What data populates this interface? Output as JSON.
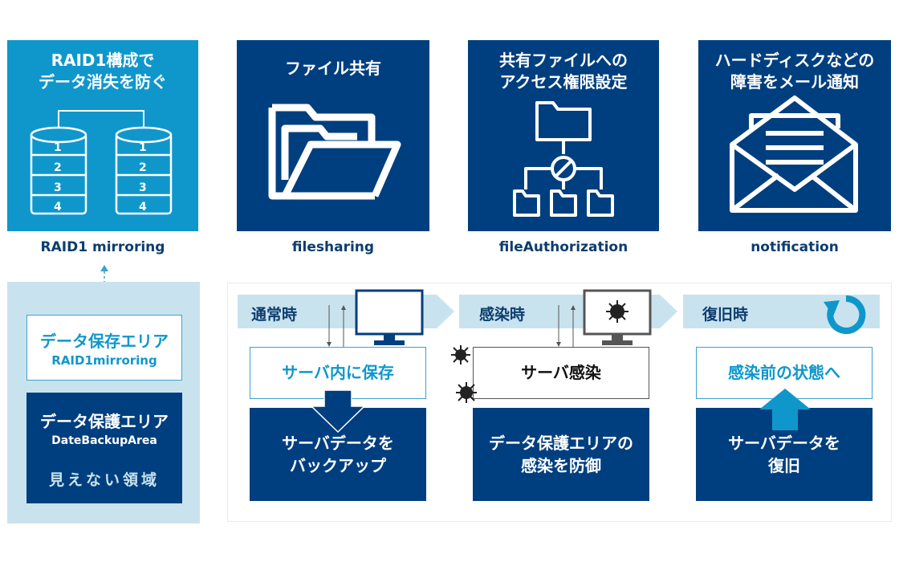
{
  "tiles": [
    {
      "title": "RAID1構成で\nデータ消失を防ぐ",
      "caption": "RAID1 mirroring",
      "disks_left": [
        "1",
        "2",
        "3",
        "4"
      ],
      "disks_right": [
        "1",
        "2",
        "3",
        "4"
      ]
    },
    {
      "title": "ファイル共有",
      "caption": "filesharing"
    },
    {
      "title": "共有ファイルへの\nアクセス権限設定",
      "caption": "fileAuthorization"
    },
    {
      "title": "ハードディスクなどの\n障害をメール通知",
      "caption": "notification"
    }
  ],
  "storage_panel": {
    "storage_area": {
      "title": "データ保存エリア",
      "subtitle": "RAID1mirroring"
    },
    "backup_area": {
      "title": "データ保護エリア",
      "subtitle": "DateBackupArea",
      "note": "見えない領域"
    }
  },
  "phases": [
    {
      "label": "通常時",
      "status": "サーバ内に保存",
      "action": "サーバデータを\nバックアップ"
    },
    {
      "label": "感染時",
      "status": "サーバ感染",
      "action": "データ保護エリアの\n感染を防御"
    },
    {
      "label": "復旧時",
      "status": "感染前の状態へ",
      "action": "サーバデータを\n復旧"
    }
  ],
  "colors": {
    "navy": "#003f7f",
    "cyan": "#0f97cc",
    "light_blue": "#c9e3ee",
    "accent": "#3aa3cf"
  }
}
